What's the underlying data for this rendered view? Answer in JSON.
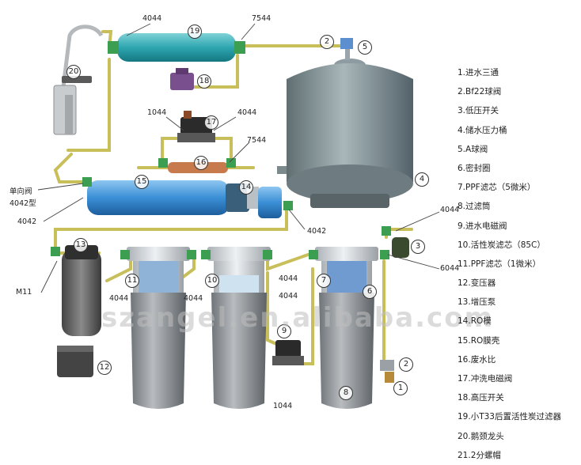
{
  "legend": [
    "1.进水三通",
    "2.Bf22球阀",
    "3.低压开关",
    "4.储水压力桶",
    "5.A球阀",
    "6.密封圈",
    "7.PPF滤芯（5微米）",
    "8.过滤筒",
    "9.进水电磁阀",
    "10.活性炭滤芯（85C）",
    "11.PPF滤芯（1微米）",
    "12.变压器",
    "13.增压泵",
    "14.RO模",
    "15.RO膜壳",
    "16.废水比",
    "17.冲洗电磁阀",
    "18.高压开关",
    "19.小T33后置活性炭过滤器",
    "20.鹅颈龙头",
    "21.2分螺帽"
  ],
  "fittings": {
    "f4044_top": "4044",
    "f7544_top": "7544",
    "f1044_mid": "1044",
    "f4044_mid": "4044",
    "f7544_mid": "7544",
    "check_valve_1": "单向阀",
    "check_valve_2": "4042型",
    "f4042_left": "4042",
    "f4042_right": "4042",
    "f4044_right": "4044",
    "f6044": "6044",
    "m11": "M11",
    "f4044_a": "4044",
    "f4044_b": "4044",
    "f4044_c": "4044",
    "f4044_d": "4044",
    "f1044_bottom": "1044"
  },
  "numbers": {
    "n1": "1",
    "n2": "2",
    "n2b": "2",
    "n3": "3",
    "n4": "4",
    "n5": "5",
    "n6": "6",
    "n7": "7",
    "n8": "8",
    "n9": "9",
    "n10": "10",
    "n11": "11",
    "n12": "12",
    "n13": "13",
    "n14": "14",
    "n15": "15",
    "n16": "16",
    "n17": "17",
    "n18": "18",
    "n19": "19",
    "n20": "20"
  },
  "watermark": "szangel.en.alibaba.com"
}
